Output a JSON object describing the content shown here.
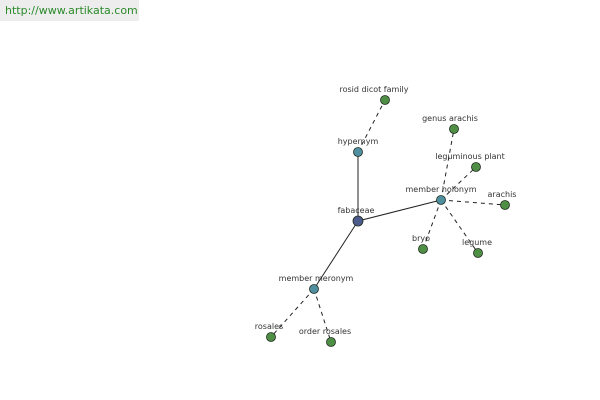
{
  "header": {
    "url": "http://www.artikata.com"
  },
  "colors": {
    "center": "#4d5a8c",
    "relation": "#4f8fa0",
    "leaf": "#4f8f45",
    "solid_edge": "#222222",
    "dashed_edge": "#222222"
  },
  "graph": {
    "nodes": [
      {
        "id": "fabaceae",
        "label": "fabaceae",
        "kind": "center"
      },
      {
        "id": "hypernym",
        "label": "hypernym",
        "kind": "relation"
      },
      {
        "id": "member_holonym",
        "label": "member holonym",
        "kind": "relation"
      },
      {
        "id": "member_meronym",
        "label": "member meronym",
        "kind": "relation"
      },
      {
        "id": "rosid_dicot_family",
        "label": "rosid dicot family",
        "kind": "leaf"
      },
      {
        "id": "genus_arachis",
        "label": "genus arachis",
        "kind": "leaf"
      },
      {
        "id": "leguminous_plant",
        "label": "leguminous plant",
        "kind": "leaf"
      },
      {
        "id": "arachis",
        "label": "arachis",
        "kind": "leaf"
      },
      {
        "id": "bryo",
        "label": "bryo",
        "kind": "leaf"
      },
      {
        "id": "legume",
        "label": "legume",
        "kind": "leaf"
      },
      {
        "id": "rosales",
        "label": "rosales",
        "kind": "leaf"
      },
      {
        "id": "order_rosales",
        "label": "order rosales",
        "kind": "leaf"
      }
    ],
    "edges": [
      {
        "from": "fabaceae",
        "to": "hypernym",
        "style": "solid"
      },
      {
        "from": "fabaceae",
        "to": "member_holonym",
        "style": "solid"
      },
      {
        "from": "fabaceae",
        "to": "member_meronym",
        "style": "solid"
      },
      {
        "from": "hypernym",
        "to": "rosid_dicot_family",
        "style": "dashed"
      },
      {
        "from": "member_holonym",
        "to": "genus_arachis",
        "style": "dashed"
      },
      {
        "from": "member_holonym",
        "to": "leguminous_plant",
        "style": "dashed"
      },
      {
        "from": "member_holonym",
        "to": "arachis",
        "style": "dashed"
      },
      {
        "from": "member_holonym",
        "to": "bryo",
        "style": "dashed"
      },
      {
        "from": "member_holonym",
        "to": "legume",
        "style": "dashed"
      },
      {
        "from": "member_meronym",
        "to": "rosales",
        "style": "dashed"
      },
      {
        "from": "member_meronym",
        "to": "order_rosales",
        "style": "dashed"
      }
    ]
  }
}
